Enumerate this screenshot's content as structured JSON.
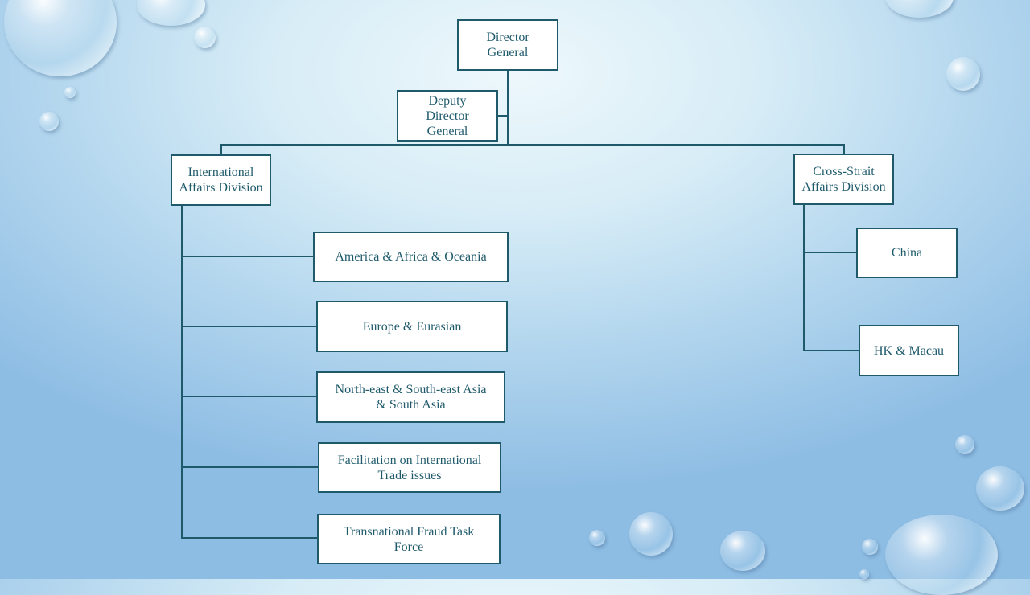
{
  "org_chart": {
    "root": {
      "label": "Director\nGeneral"
    },
    "deputy": {
      "label": "Deputy\nDirector\nGeneral"
    },
    "divisions": [
      {
        "label": "International\nAffairs Division",
        "units": [
          {
            "label": "America  & Africa  & Oceania"
          },
          {
            "label": "Europe & Eurasian"
          },
          {
            "label": "North-east &  South-east Asia\n& South Asia"
          },
          {
            "label": "Facilitation  on International\nTrade issues"
          },
          {
            "label": "Transnational  Fraud Task\nForce"
          }
        ]
      },
      {
        "label": "Cross-Strait\nAffairs Division",
        "units": [
          {
            "label": "China"
          },
          {
            "label": "HK  & Macau"
          }
        ]
      }
    ]
  },
  "colors": {
    "box_border": "#1f5a6b",
    "text": "#1f5a6b",
    "box_fill": "#ffffff"
  }
}
